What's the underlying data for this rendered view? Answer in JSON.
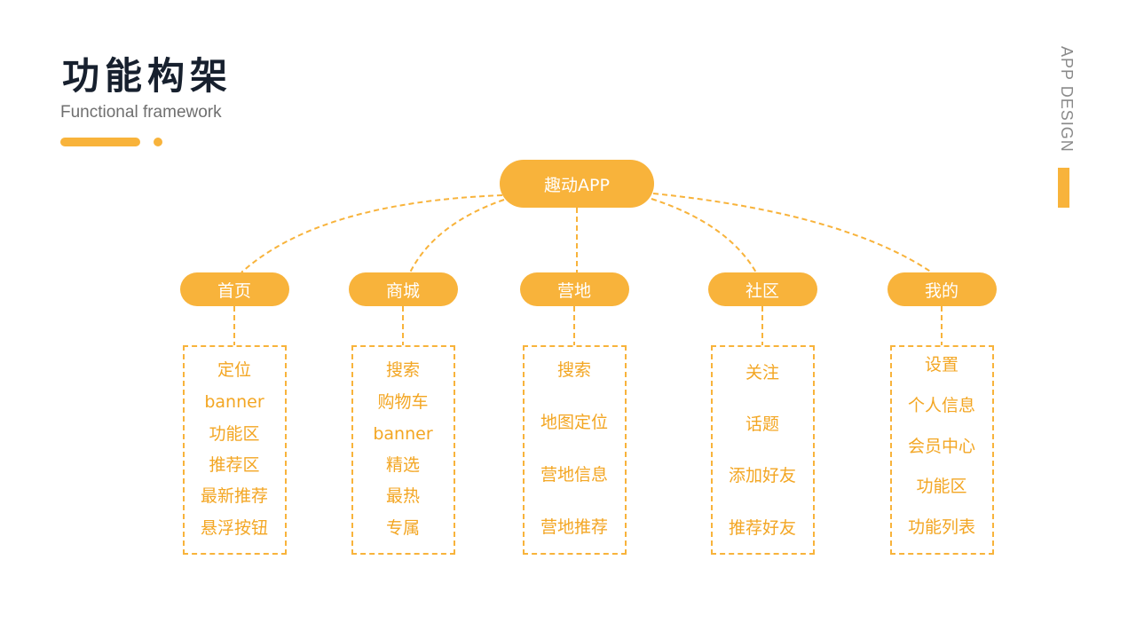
{
  "header": {
    "title": "功能构架",
    "subtitle": "Functional framework",
    "side_label": "APP DESIGN"
  },
  "colors": {
    "accent": "#f8b33b",
    "title_text": "#17202e",
    "subtitle_text": "#6f6f6f",
    "item_text": "#f3a623",
    "pill_text": "#ffffff"
  },
  "diagram": {
    "root": {
      "label": "趣动APP"
    },
    "categories": [
      {
        "label": "首页",
        "items": [
          "定位",
          "banner",
          "功能区",
          "推荐区",
          "最新推荐",
          "悬浮按钮"
        ]
      },
      {
        "label": "商城",
        "items": [
          "搜索",
          "购物车",
          "banner",
          "精选",
          "最热",
          "专属"
        ]
      },
      {
        "label": "营地",
        "items": [
          "搜索",
          "地图定位",
          "营地信息",
          "营地推荐"
        ]
      },
      {
        "label": "社区",
        "items": [
          "关注",
          "话题",
          "添加好友",
          "推荐好友"
        ]
      },
      {
        "label": "我的",
        "items": [
          "设置",
          "个人信息",
          "会员中心",
          "功能区",
          "功能列表"
        ]
      }
    ]
  }
}
